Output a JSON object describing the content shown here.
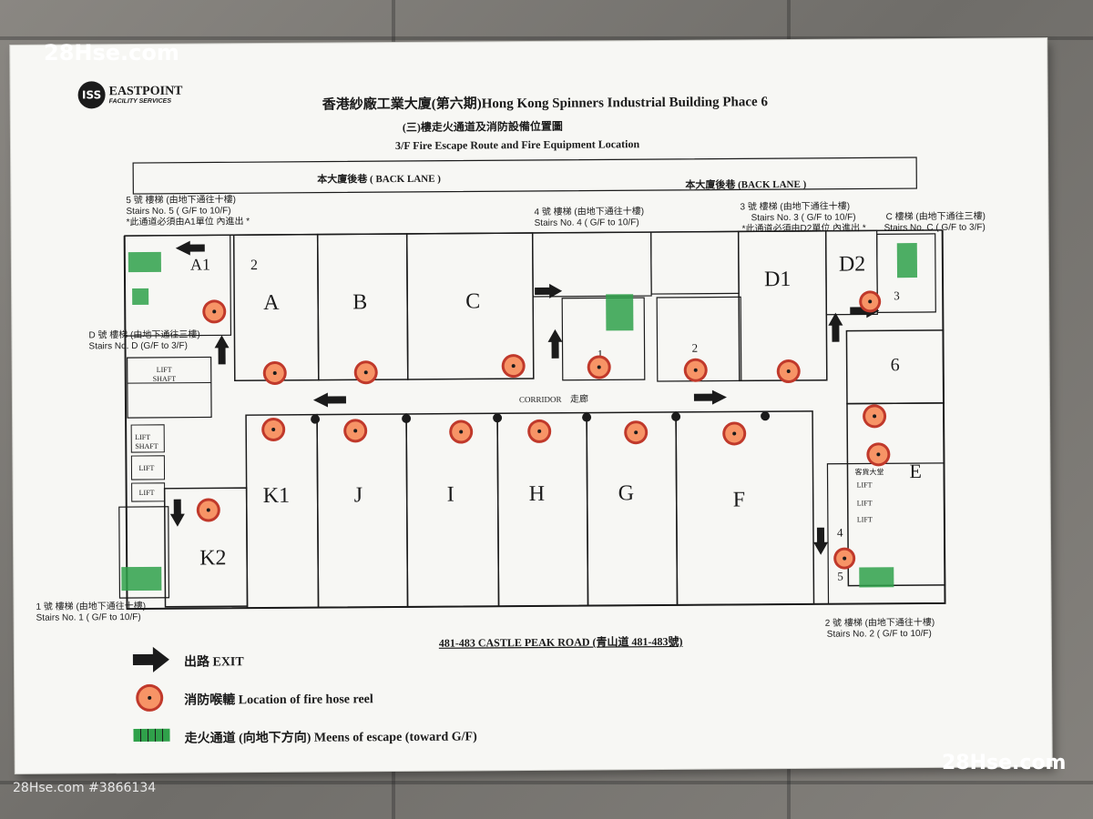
{
  "watermark": {
    "top_left": "28Hse.com",
    "bottom_right": "28Hse.com",
    "bottom_left": "28Hse.com #3866134"
  },
  "logo": {
    "mark": "ISS",
    "name": "EASTPOINT",
    "subtitle": "FACILITY SERVICES"
  },
  "header": {
    "title": "香港紗廠工業大廈(第六期)Hong Kong Spinners Industrial Building Phace 6",
    "subtitle_zh": "(三)樓走火通道及消防設備位置圖",
    "subtitle_en": "3/F Fire Escape Route and Fire Equipment Location"
  },
  "back_lane": {
    "left": "本大廈後巷 ( BACK LANE )",
    "right": "本大廈後巷 (BACK LANE )"
  },
  "stairs": {
    "s5_zh": "5 號 樓梯 (由地下通往十樓)",
    "s5_en": "Stairs No. 5 ( G/F to 10/F)",
    "s5_note": "*此通道必須由A1單位 內進出 *",
    "s4_zh": "4 號 樓梯 (由地下通往十樓)",
    "s4_en": "Stairs No. 4 ( G/F to 10/F)",
    "s3_zh": "3 號 樓梯 (由地下通往十樓)",
    "s3_en": "Stairs No. 3 ( G/F to 10/F)",
    "s3_note": "*此通道必須由D2單位 內進出 *",
    "sc_zh": "C 樓梯 (由地下通往三樓)",
    "sc_en": "Stairs No. C ( G/F to 3/F)",
    "sd_zh": "D 號 樓梯 (由地下通往三樓)",
    "sd_en": "Stairs No. D (G/F to 3/F)",
    "s1_zh": "1 號 樓梯 (由地下通往十樓)",
    "s1_en": "Stairs No. 1 ( G/F to 10/F)",
    "s2_zh": "2 號 樓梯 (由地下通往十樓)",
    "s2_en": "Stairs No. 2 ( G/F to 10/F)"
  },
  "units": {
    "A": "A",
    "B": "B",
    "C": "C",
    "D1": "D1",
    "D2": "D2",
    "A1": "A1",
    "E": "E",
    "F": "F",
    "G": "G",
    "H": "H",
    "I": "I",
    "J": "J",
    "K1": "K1",
    "K2": "K2"
  },
  "stair_numbers": {
    "n1": "1",
    "n2": "2",
    "n3": "3",
    "n4": "4",
    "n5": "5",
    "n6": "6",
    "a1_2": "2"
  },
  "rooms": {
    "lift": "LIFT",
    "lift_shaft": "LIFT\nSHAFT",
    "lift_shaft_1": "LIFT",
    "lift_shaft_2": "SHAFT",
    "lobby": "客貨大堂"
  },
  "corridor": {
    "en": "CORRIDOR",
    "zh": "走廊"
  },
  "road": "481-483 CASTLE PEAK ROAD (青山道 481-483號)",
  "legend": {
    "exit": "出路  EXIT",
    "hose": "消防喉轆   Location of fire hose reel",
    "escape": "走火通道 (向地下方向)  Meens of escape (toward G/F)"
  },
  "colors": {
    "hose_fill": "#f79466",
    "hose_ring": "#c0392b",
    "escape_green": "#2fa14a",
    "ink": "#1b1b1b"
  }
}
